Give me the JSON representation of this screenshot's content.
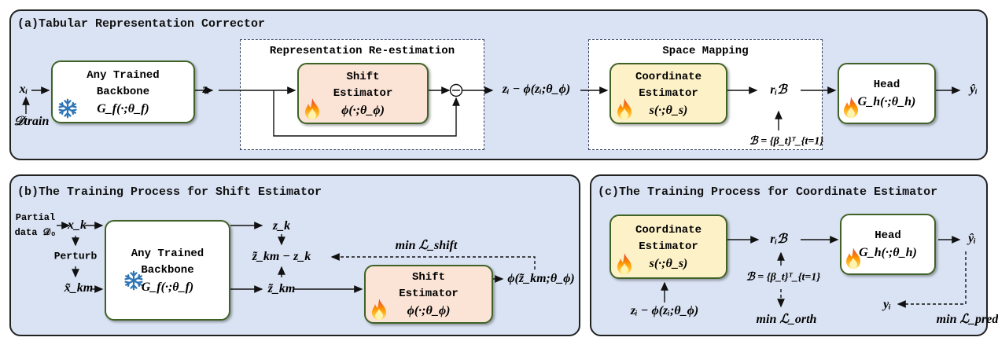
{
  "colors": {
    "panel_bg": "#dae3f3",
    "box_border": "#3f6327",
    "shift_fill": "#fbe3d6",
    "coord_fill": "#fdf1c8",
    "backbone_fill": "#ffffff",
    "snowflake": "#2e75b6",
    "flame": "#f4511e"
  },
  "panel_a": {
    "title": "(a)Tabular Representation Corrector",
    "x_i": "xᵢ",
    "d_train": "𝒟train",
    "backbone": {
      "line1": "Any Trained",
      "line2": "Backbone",
      "formula": "G_f(·;θ_f)",
      "icon": "snowflake-icon"
    },
    "z_i": "zᵢ",
    "rre": {
      "title": "Representation Re-estimation",
      "shift": {
        "line1": "Shift",
        "line2": "Estimator",
        "formula": "ϕ(·;θ_ϕ)",
        "icon": "flame-icon"
      },
      "minus": "−"
    },
    "corrected": "zᵢ − ϕ(zᵢ;θ_ϕ)",
    "space": {
      "title": "Space Mapping",
      "coord": {
        "line1": "Coordinate",
        "line2": "Estimator",
        "formula": "s(·;θ_s)",
        "icon": "flame-icon"
      },
      "rB": "rᵢℬ",
      "basis": "ℬ = {β_t}ᵀ_{t=1}"
    },
    "head": {
      "line1": "Head",
      "formula": "G_h(·;θ_h)",
      "icon": "flame-icon"
    },
    "y_hat": "ŷᵢ"
  },
  "panel_b": {
    "title": "(b)The Training Process for Shift Estimator",
    "partial1": "Partial",
    "partial2": "data 𝒟ₒ",
    "x_k": "x_k",
    "perturb": "Perturb",
    "x_km": "x̃_km",
    "backbone": {
      "line1": "Any Trained",
      "line2": "Backbone",
      "formula": "G_f(·;θ_f)",
      "icon": "snowflake-icon"
    },
    "z_k": "z_k",
    "diff": "z̃_km − z_k",
    "z_km": "z̃_km",
    "min_shift": "min ℒ_shift",
    "shift": {
      "line1": "Shift",
      "line2": "Estimator",
      "formula": "ϕ(·;θ_ϕ)",
      "icon": "flame-icon"
    },
    "phi_out": "ϕ(z̃_km;θ_ϕ)"
  },
  "panel_c": {
    "title": "(c)The Training Process for Coordinate Estimator",
    "coord": {
      "line1": "Coordinate",
      "line2": "Estimator",
      "formula": "s(·;θ_s)",
      "icon": "flame-icon"
    },
    "input": "zᵢ − ϕ(zᵢ;θ_ϕ)",
    "rB": "rᵢℬ",
    "basis": "ℬ = {β_t}ᵀ_{t=1}",
    "min_orth": "min ℒ_orth",
    "head": {
      "line1": "Head",
      "formula": "G_h(·;θ_h)",
      "icon": "flame-icon"
    },
    "y_hat": "ŷᵢ",
    "y_i": "yᵢ",
    "min_pred": "min ℒ_pred"
  }
}
